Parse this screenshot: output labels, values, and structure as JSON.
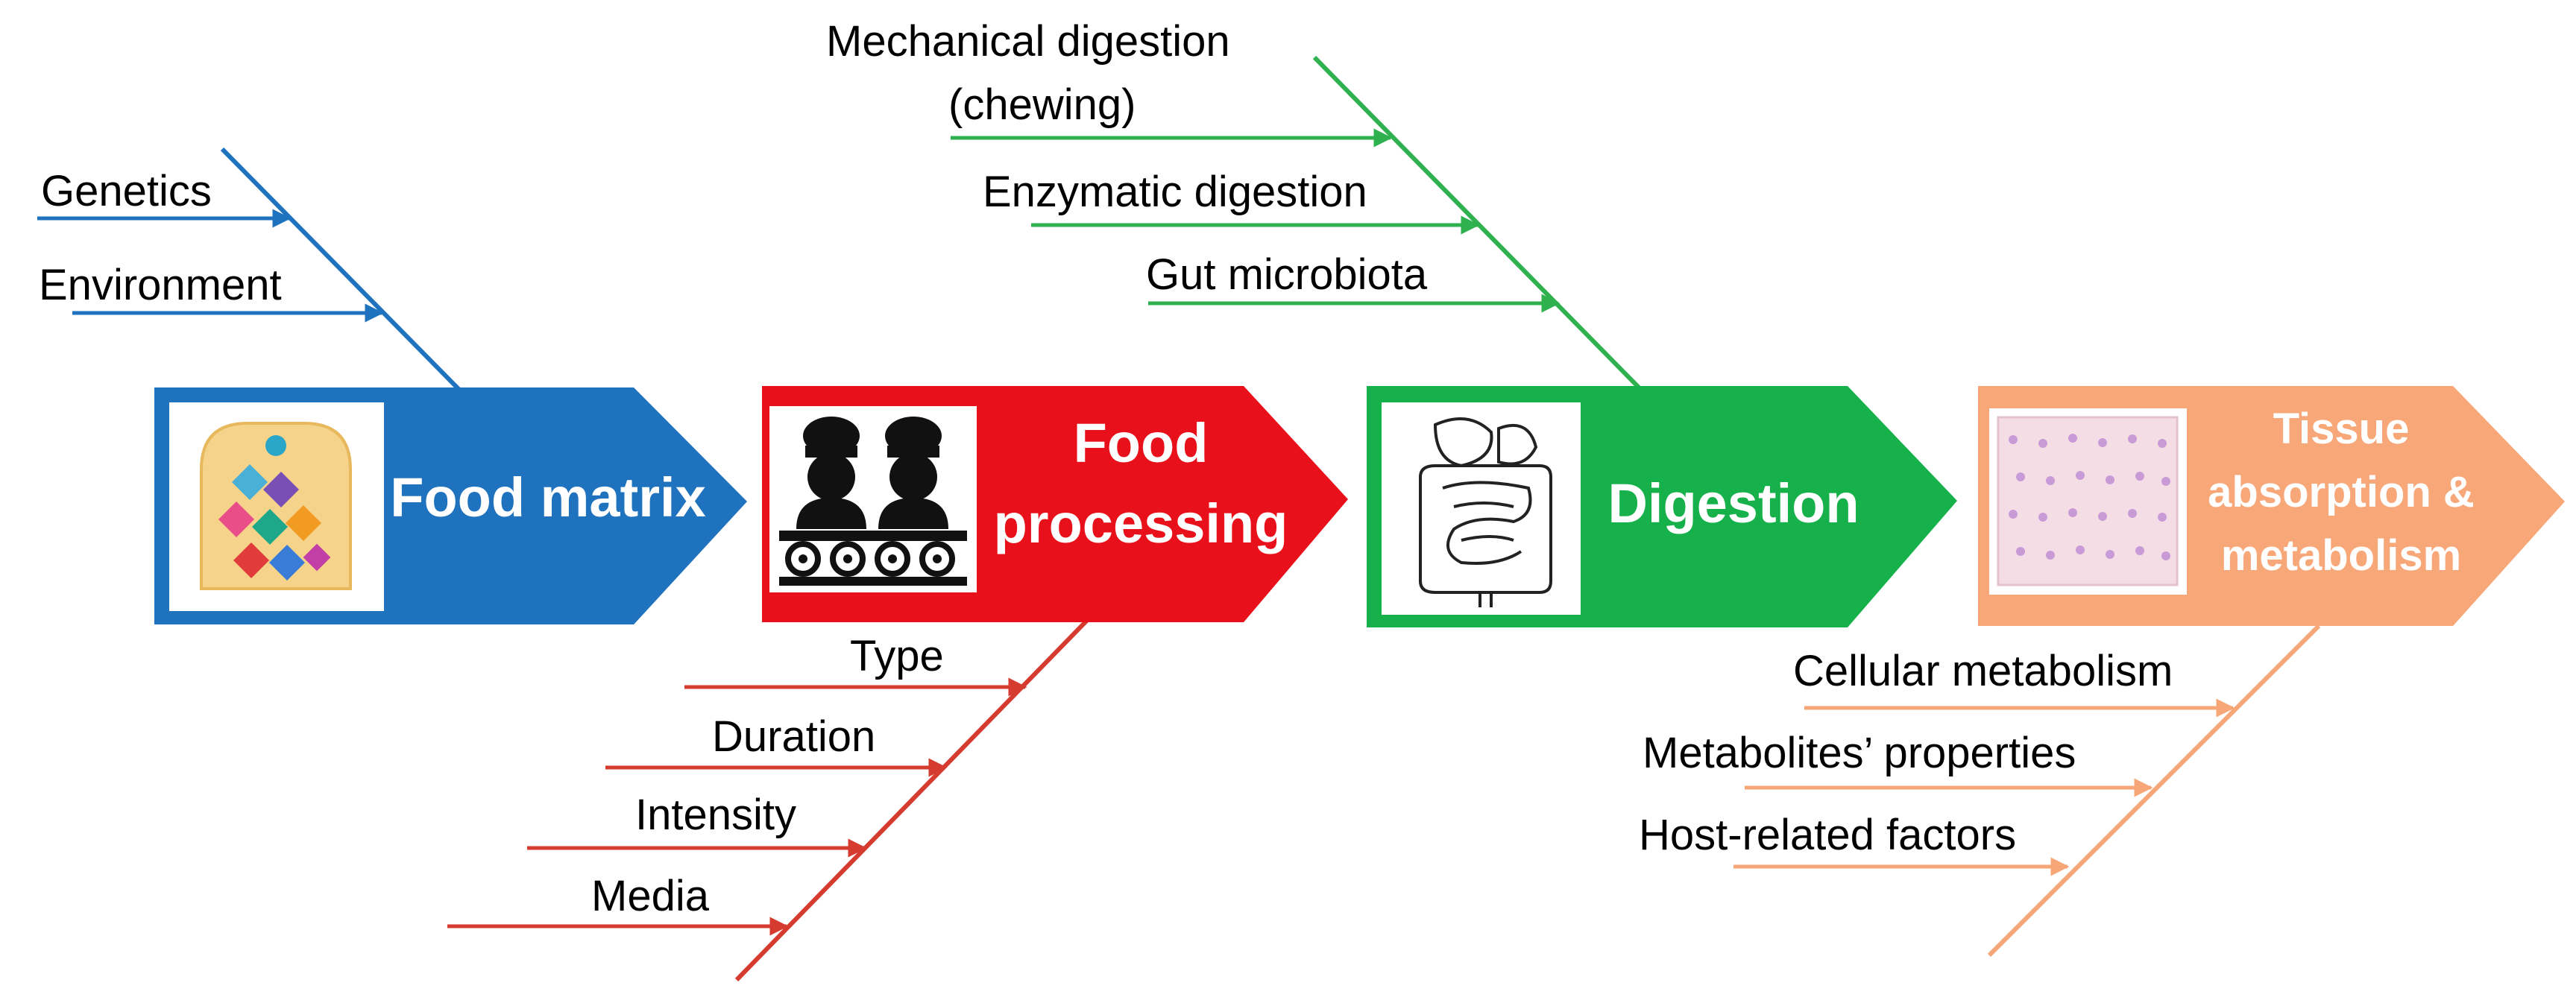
{
  "colors": {
    "food_matrix": "#1f72be",
    "food_processing": "#e8101a",
    "digestion": "#16b14b",
    "tissue": "#f8a778",
    "processing_lines": "#d63b2f",
    "digestion_lines": "#2fb14f",
    "tissue_lines": "#f7a777"
  },
  "stages": {
    "food_matrix": {
      "title": "Food matrix",
      "icon": "nutrient-shield-icon"
    },
    "food_processing": {
      "title_line1": "Food",
      "title_line2": "processing",
      "icon": "factory-workers-conveyor-icon"
    },
    "digestion": {
      "title": "Digestion",
      "icon": "digestive-system-icon"
    },
    "tissue": {
      "title_line1": "Tissue",
      "title_line2": "absorption &",
      "title_line3": "metabolism",
      "icon": "tissue-cells-icon"
    }
  },
  "factors": {
    "food_matrix": [
      "Genetics",
      "Environment"
    ],
    "food_processing": [
      "Type",
      "Duration",
      "Intensity",
      "Media"
    ],
    "digestion": {
      "mechanical_line1": "Mechanical digestion",
      "mechanical_line2": "(chewing)",
      "enzymatic": "Enzymatic digestion",
      "microbiota": "Gut microbiota"
    },
    "tissue": [
      "Cellular metabolism",
      "Metabolites’ properties",
      "Host-related factors"
    ]
  }
}
